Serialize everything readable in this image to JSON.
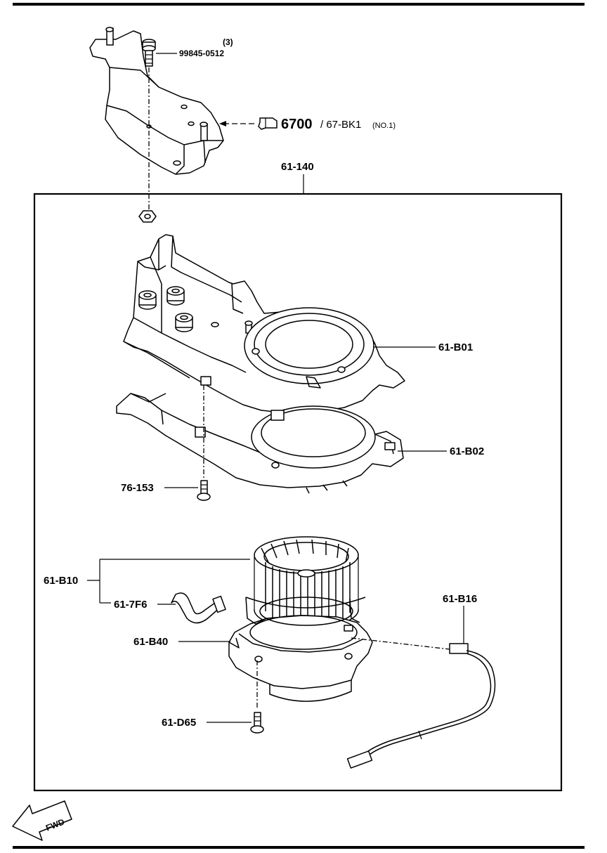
{
  "labels": {
    "bolt_part": "99845-0512",
    "bolt_qty": "(3)",
    "ref_page": "6700",
    "ref_sub": "/ 67-BK1",
    "ref_no": "(NO.1)",
    "assembly": "61-140",
    "case_upper": "61-B01",
    "case_lower": "61-B02",
    "case_screw": "76-153",
    "fan_motor": "61-B10",
    "hose": "61-7F6",
    "motor_case": "61-B40",
    "harness": "61-B16",
    "motor_screw": "61-D65",
    "fwd": "FWD"
  }
}
